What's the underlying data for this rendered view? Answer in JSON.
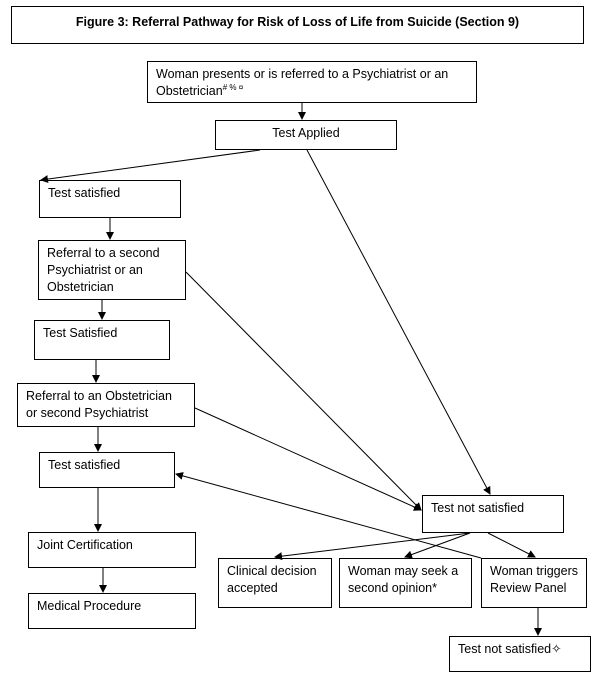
{
  "title": "Figure 3: Referral Pathway for Risk of Loss of Life from Suicide (Section 9)",
  "nodes": {
    "presents": {
      "text": "Woman presents or is referred to a Psychiatrist or an Obstetrician",
      "marks": "# % ¤"
    },
    "test_applied": "Test Applied",
    "test_satisfied_1": "Test satisfied",
    "referral_second": "Referral to a second Psychiatrist or an Obstetrician",
    "test_satisfied_2": "Test Satisfied",
    "referral_obstetrician": "Referral to an Obstetrician or second Psychiatrist",
    "test_satisfied_3": "Test satisfied",
    "joint_certification": "Joint Certification",
    "medical_procedure": "Medical Procedure",
    "test_not_satisfied": "Test not satisfied",
    "clinical_decision": "Clinical decision accepted",
    "second_opinion": "Woman may seek a second opinion*",
    "review_panel": "Woman triggers Review Panel",
    "test_not_satisfied_final": "Test not satisfied✧"
  }
}
